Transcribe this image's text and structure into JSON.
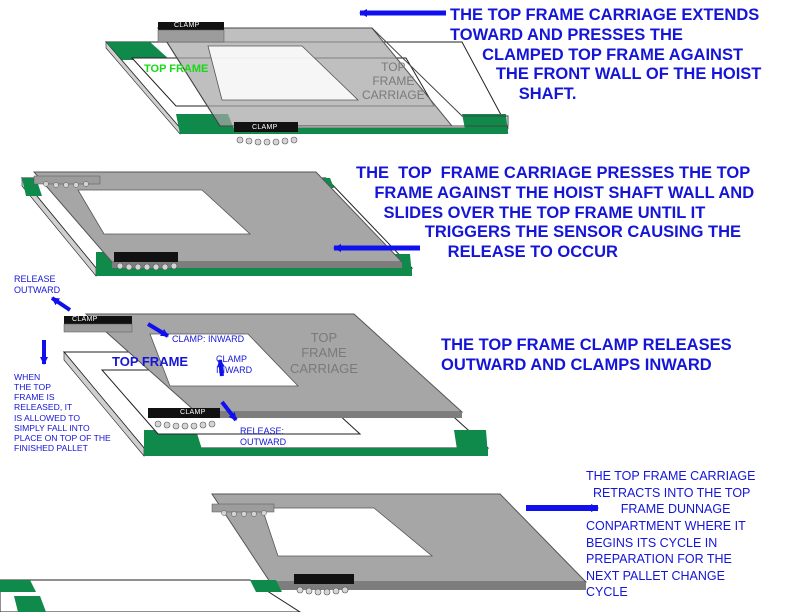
{
  "captions": {
    "step1": "THE TOP FRAME CARRIAGE EXTENDS\nTOWARD AND PRESSES THE\n       CLAMPED TOP FRAME AGAINST\n          THE FRONT WALL OF THE HOIST\n               SHAFT.",
    "step2": "THE  TOP  FRAME CARRIAGE PRESSES THE TOP\n    FRAME AGAINST THE HOIST SHAFT WALL AND\n      SLIDES OVER THE TOP FRAME UNTIL IT\n               TRIGGERS THE SENSOR CAUSING THE\n                    RELEASE TO OCCUR",
    "step3": "THE TOP FRAME CLAMP RELEASES\nOUTWARD AND CLAMPS INWARD",
    "step4": "THE TOP FRAME CARRIAGE\n  RETRACTS INTO THE TOP\n          FRAME DUNNAGE\nCONPARTMENT WHERE IT\nBEGINS ITS CYCLE IN\nPREPARATION FOR THE\nNEXT PALLET CHANGE\nCYCLE"
  },
  "labels": {
    "top_frame_carriage_1": "TOP\nFRAME\nCARRIAGE",
    "top_frame_green": "TOP FRAME",
    "clamp": "CLAMP",
    "release_outward_1": "RELEASE\nOUTWARD",
    "clamp_inward_1": "CLAMP: INWARD",
    "top_frame_blue": "TOP FRAME",
    "clamp_inward_2": "CLAMP\nINWARD",
    "top_frame_carriage_3": "TOP\nFRAME\nCARRIAGE",
    "release_outward_2": "RELEASE:\nOUTWARD",
    "drop_note": "WHEN\nTHE TOP\nFRAME IS\nRELEASED, IT\nIS ALLOWED TO\nSIMPLY FALL INTO\nPLACE ON TOP OF THE\nFINISHED PALLET"
  },
  "colors": {
    "caption_blue": "#1515d8",
    "arrow_blue": "#1010ee",
    "frame_green": "#0f8a4a",
    "carriage_grey": "#a6a6a6",
    "label_green": "#18d818"
  }
}
